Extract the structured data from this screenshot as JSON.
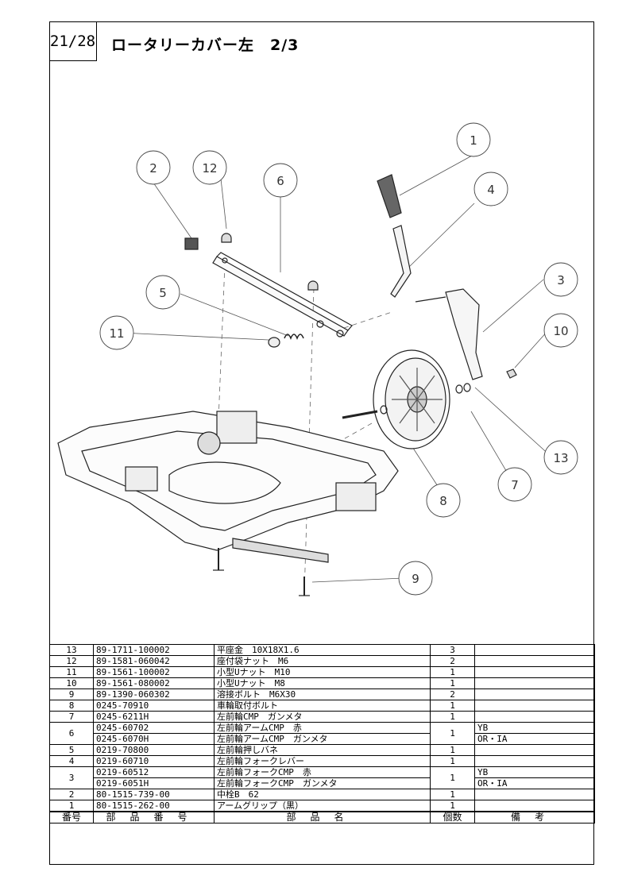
{
  "page": {
    "number": "21/28",
    "title": "ロータリーカバー左　2/3"
  },
  "callouts": [
    "1",
    "2",
    "3",
    "4",
    "5",
    "6",
    "7",
    "8",
    "9",
    "10",
    "11",
    "12",
    "13"
  ],
  "table": {
    "headers": {
      "no": "番号",
      "part_no": "部品番号",
      "name": "部品名",
      "qty": "個数",
      "remark": "備考"
    },
    "rows": [
      {
        "no": "13",
        "parts": [
          {
            "part_no": "89-1711-100002",
            "name": "平座金　10X18X1.6",
            "remark": ""
          }
        ],
        "qty": "3"
      },
      {
        "no": "12",
        "parts": [
          {
            "part_no": "89-1581-060042",
            "name": "座付袋ナット　M6",
            "remark": ""
          }
        ],
        "qty": "2"
      },
      {
        "no": "11",
        "parts": [
          {
            "part_no": "89-1561-100002",
            "name": "小型Uナット　M10",
            "remark": ""
          }
        ],
        "qty": "1"
      },
      {
        "no": "10",
        "parts": [
          {
            "part_no": "89-1561-080002",
            "name": "小型Uナット　M8",
            "remark": ""
          }
        ],
        "qty": "1"
      },
      {
        "no": "9",
        "parts": [
          {
            "part_no": "89-1390-060302",
            "name": "溶接ボルト　M6X30",
            "remark": ""
          }
        ],
        "qty": "2"
      },
      {
        "no": "8",
        "parts": [
          {
            "part_no": "0245-70910",
            "name": "車輪取付ボルト",
            "remark": ""
          }
        ],
        "qty": "1"
      },
      {
        "no": "7",
        "parts": [
          {
            "part_no": "0245-6211H",
            "name": "左前輪CMP　ガンメタ",
            "remark": ""
          }
        ],
        "qty": "1"
      },
      {
        "no": "6",
        "parts": [
          {
            "part_no": "0245-60702",
            "name": "左前輪アームCMP　赤",
            "remark": "YB"
          },
          {
            "part_no": "0245-6070H",
            "name": "左前輪アームCMP　ガンメタ",
            "remark": "OR・IA"
          }
        ],
        "qty": "1"
      },
      {
        "no": "5",
        "parts": [
          {
            "part_no": "0219-70800",
            "name": "左前輪押しバネ",
            "remark": ""
          }
        ],
        "qty": "1"
      },
      {
        "no": "4",
        "parts": [
          {
            "part_no": "0219-60710",
            "name": "左前輪フォークレバー",
            "remark": ""
          }
        ],
        "qty": "1"
      },
      {
        "no": "3",
        "parts": [
          {
            "part_no": "0219-60512",
            "name": "左前輪フォークCMP　赤",
            "remark": "YB"
          },
          {
            "part_no": "0219-6051H",
            "name": "左前輪フォークCMP　ガンメタ",
            "remark": "OR・IA"
          }
        ],
        "qty": "1"
      },
      {
        "no": "2",
        "parts": [
          {
            "part_no": "80-1515-739-00",
            "name": "中栓B　62",
            "remark": ""
          }
        ],
        "qty": "1"
      },
      {
        "no": "1",
        "parts": [
          {
            "part_no": "80-1515-262-00",
            "name": "アームグリップ（黒）",
            "remark": ""
          }
        ],
        "qty": "1"
      }
    ]
  }
}
